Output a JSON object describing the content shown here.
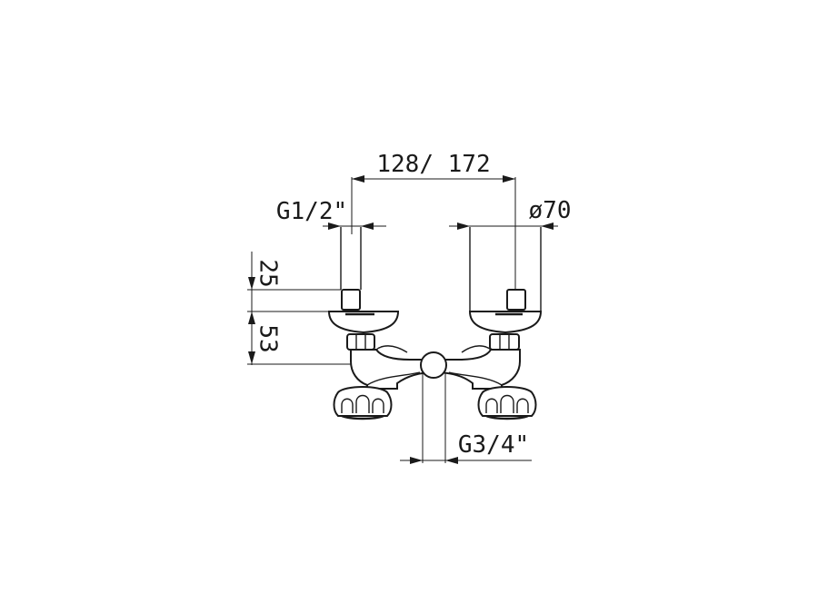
{
  "dimensions": {
    "center_distance": "128/ 172",
    "inlet_thread": "G1/2\"",
    "flange_diameter": "ø70",
    "height_upper": "25",
    "height_lower": "53",
    "outlet_thread": "G3/4\""
  }
}
